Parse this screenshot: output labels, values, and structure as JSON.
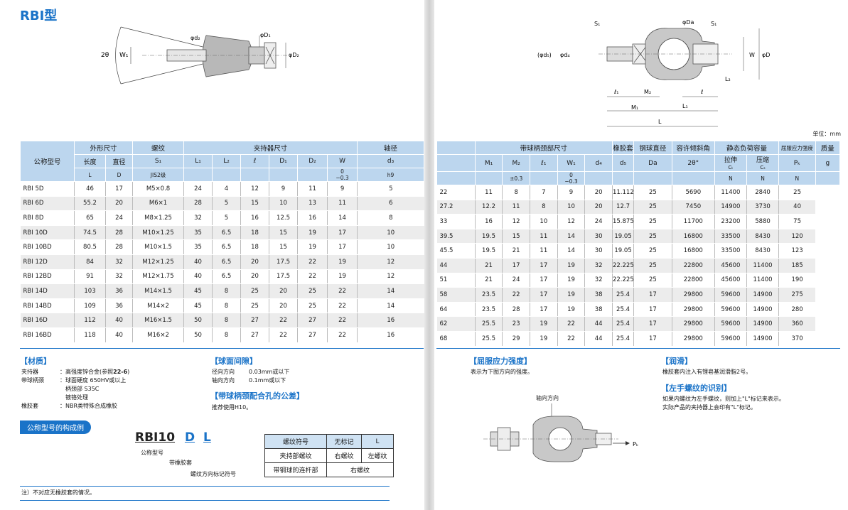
{
  "title": "RBI型",
  "unit_label": "单位：mm",
  "left_table": {
    "h_model": "公称型号",
    "h_outer": "外形尺寸",
    "h_thread": "螺纹",
    "h_holder": "夹持器尺寸",
    "h_shaft": "轴径",
    "h_len": "长度",
    "h_dia": "直径",
    "h_L": "L",
    "h_D": "D",
    "h_S1": "S₁",
    "h_jis": "JIS2级",
    "h_L1": "L₁",
    "h_L2": "L₂",
    "h_l": "ℓ",
    "h_D1": "D₁",
    "h_D2": "D₂",
    "h_W": "W",
    "h_W_tol_top": "0",
    "h_W_tol_bot": "−0.3",
    "h_d3": "d₃",
    "h_h9": "h9",
    "rows": [
      [
        "RBI 5D",
        "46",
        "17",
        "M5×0.8",
        "24",
        "4",
        "12",
        "9",
        "11",
        "9",
        "5"
      ],
      [
        "RBI 6D",
        "55.2",
        "20",
        "M6×1",
        "28",
        "5",
        "15",
        "10",
        "13",
        "11",
        "6"
      ],
      [
        "RBI 8D",
        "65",
        "24",
        "M8×1.25",
        "32",
        "5",
        "16",
        "12.5",
        "16",
        "14",
        "8"
      ],
      [
        "RBI 10D",
        "74.5",
        "28",
        "M10×1.25",
        "35",
        "6.5",
        "18",
        "15",
        "19",
        "17",
        "10"
      ],
      [
        "RBI 10BD",
        "80.5",
        "28",
        "M10×1.5",
        "35",
        "6.5",
        "18",
        "15",
        "19",
        "17",
        "10"
      ],
      [
        "RBI 12D",
        "84",
        "32",
        "M12×1.25",
        "40",
        "6.5",
        "20",
        "17.5",
        "22",
        "19",
        "12"
      ],
      [
        "RBI 12BD",
        "91",
        "32",
        "M12×1.75",
        "40",
        "6.5",
        "20",
        "17.5",
        "22",
        "19",
        "12"
      ],
      [
        "RBI 14D",
        "103",
        "36",
        "M14×1.5",
        "45",
        "8",
        "25",
        "20",
        "25",
        "22",
        "14"
      ],
      [
        "RBI 14BD",
        "109",
        "36",
        "M14×2",
        "45",
        "8",
        "25",
        "20",
        "25",
        "22",
        "14"
      ],
      [
        "RBI 16D",
        "112",
        "40",
        "M16×1.5",
        "50",
        "8",
        "27",
        "22",
        "27",
        "22",
        "16"
      ],
      [
        "RBI 16BD",
        "118",
        "40",
        "M16×2",
        "50",
        "8",
        "27",
        "22",
        "27",
        "22",
        "16"
      ]
    ]
  },
  "right_table": {
    "h_neck": "带球柄颈部尺寸",
    "h_boot": "橡胶套",
    "h_ball": "钢球直径",
    "h_tilt": "容许倾斜角",
    "h_static": "静态负荷容量",
    "h_yield": "屈服应力强度",
    "h_mass": "质量",
    "h_M1": "M₁",
    "h_M2": "M₂",
    "h_l1": "ℓ₁",
    "h_W1": "W₁",
    "h_d4": "d₄",
    "h_d5": "d₅",
    "h_Da": "Da",
    "h_2theta": "2θ°",
    "h_tension": "拉伸",
    "h_Ct": "Cₜ",
    "h_N1": "N",
    "h_comp": "压缩",
    "h_Cs": "Cₛ",
    "h_N2": "N",
    "h_Pk": "Pₖ",
    "h_N3": "N",
    "h_g": "g",
    "h_M2_tol": "±0.3",
    "h_W1_tol_top": "0",
    "h_W1_tol_bot": "−0.3",
    "rows": [
      [
        "22",
        "11",
        "8",
        "7",
        "9",
        "20",
        "11.112",
        "25",
        "5690",
        "11400",
        "2840",
        "25"
      ],
      [
        "27.2",
        "12.2",
        "11",
        "8",
        "10",
        "20",
        "12.7",
        "25",
        "7450",
        "14900",
        "3730",
        "40"
      ],
      [
        "33",
        "16",
        "12",
        "10",
        "12",
        "24",
        "15.875",
        "25",
        "11700",
        "23200",
        "5880",
        "75"
      ],
      [
        "39.5",
        "19.5",
        "15",
        "11",
        "14",
        "30",
        "19.05",
        "25",
        "16800",
        "33500",
        "8430",
        "120"
      ],
      [
        "45.5",
        "19.5",
        "21",
        "11",
        "14",
        "30",
        "19.05",
        "25",
        "16800",
        "33500",
        "8430",
        "123"
      ],
      [
        "44",
        "21",
        "17",
        "17",
        "19",
        "32",
        "22.225",
        "25",
        "22800",
        "45600",
        "11400",
        "185"
      ],
      [
        "51",
        "21",
        "24",
        "17",
        "19",
        "32",
        "22.225",
        "25",
        "22800",
        "45600",
        "11400",
        "190"
      ],
      [
        "58",
        "23.5",
        "22",
        "17",
        "19",
        "38",
        "25.4",
        "17",
        "29800",
        "59600",
        "14900",
        "275"
      ],
      [
        "64",
        "23.5",
        "28",
        "17",
        "19",
        "38",
        "25.4",
        "17",
        "29800",
        "59600",
        "14900",
        "280"
      ],
      [
        "62",
        "25.5",
        "23",
        "19",
        "22",
        "44",
        "25.4",
        "17",
        "29800",
        "59600",
        "14900",
        "360"
      ],
      [
        "68",
        "25.5",
        "29",
        "19",
        "22",
        "44",
        "25.4",
        "17",
        "29800",
        "59600",
        "14900",
        "370"
      ]
    ]
  },
  "material": {
    "title": "【材质】",
    "rows": [
      {
        "k": "夹持器",
        "v": "：高强度锌合金(参照",
        "ref": "22-6",
        "end": ")"
      },
      {
        "k": "带球柄颈",
        "v": "：球面硬度 650HV或以上"
      },
      {
        "k": "",
        "v": "柄颈部 S35C"
      },
      {
        "k": "",
        "v": "镀铬处理"
      },
      {
        "k": "橡胶套",
        "v": "：NBR类特殊合成橡胶"
      }
    ]
  },
  "clearance": {
    "title": "【球面间隙】",
    "r1k": "径向方向",
    "r1v": "0.03mm或以下",
    "r2k": "轴向方向",
    "r2v": "0.1mm或以下"
  },
  "tolerance": {
    "title": "【带球柄颈配合孔的公差】",
    "text": "推荐使用H10。"
  },
  "example": {
    "badge": "公称型号的构成例",
    "code_main": "RBI10",
    "code_d": "D",
    "code_l": "L",
    "label1": "公称型号",
    "label2": "带橡胶套",
    "label3": "螺纹方向标记符号"
  },
  "thread_table": {
    "h1": "螺纹符号",
    "h2": "无标记",
    "h3": "L",
    "r1": "夹持部螺纹",
    "r1a": "右螺纹",
    "r1b": "左螺纹",
    "r2": "带钢球的连杆部",
    "r2a": "右螺纹"
  },
  "note": "注）不对应无橡胶套的情况。",
  "yield_sec": {
    "title": "【屈服应力强度】",
    "text": "表示为下图方向的强度。",
    "axis": "轴向方向",
    "pk": "Pₖ"
  },
  "lube": {
    "title": "【润滑】",
    "text": "橡胶套内注入有锂皂基润滑脂2号。"
  },
  "lefthand": {
    "title": "【左手螺纹的识别】",
    "text1": "如果内螺纹为左手螺纹，则加上\"L\"标记来表示。",
    "text2": "实际产品的夹持器上会印有\"L\"标记。"
  },
  "drawing_left": {
    "theta": "2θ",
    "w1": "W₁",
    "d2s": "φd₂",
    "d1": "φD₁",
    "d2": "φD₂"
  },
  "drawing_right": {
    "s1a": "S₁",
    "s1b": "S₁",
    "da": "φDa",
    "d5": "(φd₅)",
    "d4": "φd₄",
    "w": "W",
    "d": "φD",
    "l2": "L₂",
    "l1": "ℓ₁",
    "m2": "M₂",
    "l": "ℓ",
    "m1": "M₁",
    "L1": "L₁",
    "L": "L"
  }
}
